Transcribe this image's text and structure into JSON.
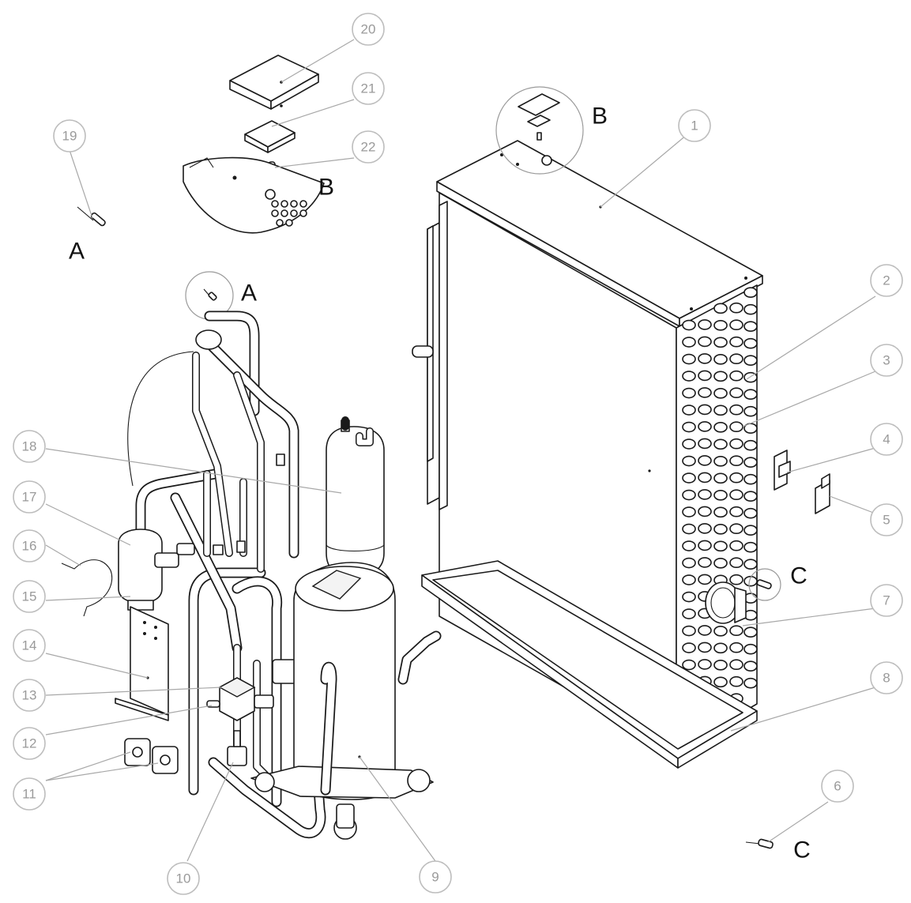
{
  "diagram": {
    "callouts": [
      {
        "id": "c1",
        "label": "1"
      },
      {
        "id": "c2",
        "label": "2"
      },
      {
        "id": "c3",
        "label": "3"
      },
      {
        "id": "c4",
        "label": "4"
      },
      {
        "id": "c5",
        "label": "5"
      },
      {
        "id": "c6",
        "label": "6"
      },
      {
        "id": "c7",
        "label": "7"
      },
      {
        "id": "c8",
        "label": "8"
      },
      {
        "id": "c9",
        "label": "9"
      },
      {
        "id": "c10",
        "label": "10"
      },
      {
        "id": "c11",
        "label": "11"
      },
      {
        "id": "c12",
        "label": "12"
      },
      {
        "id": "c13",
        "label": "13"
      },
      {
        "id": "c14",
        "label": "14"
      },
      {
        "id": "c15",
        "label": "15"
      },
      {
        "id": "c16",
        "label": "16"
      },
      {
        "id": "c17",
        "label": "17"
      },
      {
        "id": "c18",
        "label": "18"
      },
      {
        "id": "c19",
        "label": "19"
      },
      {
        "id": "c20",
        "label": "20"
      },
      {
        "id": "c21",
        "label": "21"
      },
      {
        "id": "c22",
        "label": "22"
      }
    ],
    "detail_letters": {
      "a_top": "A",
      "a_main": "A",
      "b_top": "B",
      "b_main": "B",
      "c_main": "C",
      "c_bottom": "C"
    }
  }
}
